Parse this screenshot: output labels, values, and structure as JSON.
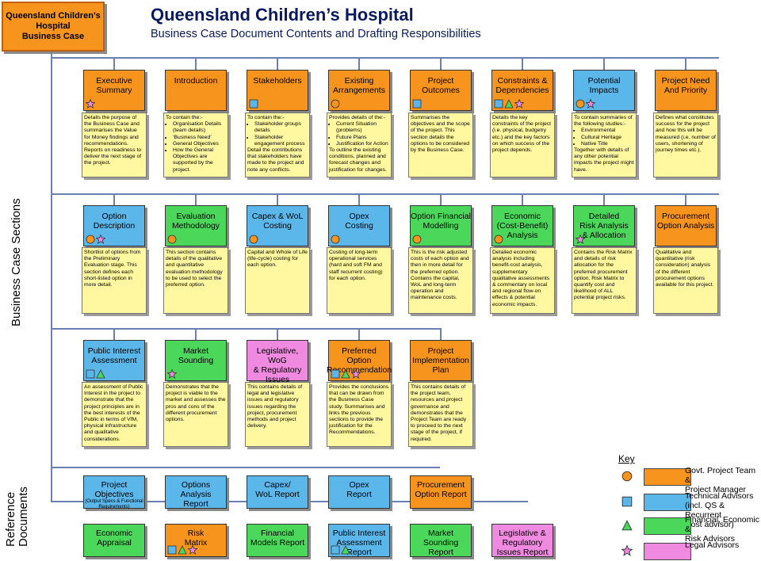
{
  "header": {
    "logo_lines": [
      "Queensland Children’s",
      "Hospital",
      "Business Case"
    ],
    "title": "Queensland Children’s Hospital",
    "subtitle": "Business Case Document Contents and Drafting Responsibilities"
  },
  "side_labels": {
    "business_case": "Business Case Sections",
    "reference": [
      "Reference",
      "Documents"
    ]
  },
  "colors": {
    "orange": "#f7941d",
    "blue": "#5bb6ea",
    "green": "#4bd85a",
    "pink": "#f08ae0",
    "detail": "#fff8a0"
  },
  "rows": [
    {
      "items": [
        {
          "title": [
            "Executive",
            "Summary"
          ],
          "color": "orange",
          "icons": [
            "star"
          ],
          "detail": {
            "text": [
              "Details the purpose of the Business Case and summarises the Value for Money findings and recommendations. Reports on readiness to deliver the next stage of the project."
            ]
          }
        },
        {
          "title": [
            "Introduction"
          ],
          "color": "orange",
          "icons": [],
          "detail": {
            "text": [
              "To contain the:-"
            ],
            "bullets": [
              "Organisation Details (team details)",
              "‘Business Need’",
              "General Objectives",
              "How the General Objectives are supported by the project."
            ]
          }
        },
        {
          "title": [
            "Stakeholders"
          ],
          "color": "orange",
          "icons": [
            "square"
          ],
          "detail": {
            "text": [
              "To contain the:-"
            ],
            "bullets": [
              "Stakeholder groups details",
              "Stakeholder engagement process"
            ],
            "after": [
              "Detail the contributions that stakeholders have made to the project and note any conflicts."
            ]
          }
        },
        {
          "title": [
            "Existing",
            "Arrangements"
          ],
          "color": "orange",
          "icons": [
            "circle"
          ],
          "detail": {
            "text": [
              "Provides details of the:-"
            ],
            "bullets": [
              "Current Situation (problems)",
              "Future Plans",
              "Justification for Action"
            ],
            "after": [
              "To outline the existing conditions, planned and forecast changes and justification for changes."
            ]
          }
        },
        {
          "title": [
            "Project",
            "Outcomes"
          ],
          "color": "orange",
          "icons": [
            "square"
          ],
          "detail": {
            "text": [
              "Summarises the objectives and the scope of the project. This section details the options to be considered by the Business Case."
            ]
          }
        },
        {
          "title": [
            "Constraints &",
            "Dependencies"
          ],
          "color": "orange",
          "icons": [
            "square",
            "triangle",
            "star"
          ],
          "detail": {
            "text": [
              "Details the key constraints of the project (i.e. physical, budgetry etc.) and the key factors on which success of the project depends."
            ]
          }
        },
        {
          "title": [
            "Potential",
            "Impacts"
          ],
          "color": "blue",
          "icons": [
            "circle",
            "star"
          ],
          "detail": {
            "text": [
              "To contain summaries of the following studies:-"
            ],
            "bullets": [
              "Environmental",
              "Cultural Heritage",
              "Native Title"
            ],
            "after": [
              "Together with details of any other potential impacts the project might have."
            ]
          }
        },
        {
          "title": [
            "Project Need",
            "And Priority"
          ],
          "color": "orange",
          "icons": [],
          "detail": {
            "text": [
              "Defines what constitutes success for the project and how this will be measured (i.e. number of users, shortening of journey times etc.)."
            ]
          }
        }
      ]
    },
    {
      "items": [
        {
          "title": [
            "Option",
            "Description"
          ],
          "color": "blue",
          "icons": [
            "circle",
            "star"
          ],
          "detail": {
            "text": [
              "Shortlist of options from the Preliminary Evaluation stage. This section defines each short-listed option in more detail."
            ]
          }
        },
        {
          "title": [
            "Evaluation",
            "Methodology"
          ],
          "color": "green",
          "icons": [
            "circle"
          ],
          "detail": {
            "text": [
              "This section contains details of the qualitative and quantitative evaluation methodology to be used to select the preferred option."
            ]
          }
        },
        {
          "title": [
            "Capex & WoL",
            "Costing"
          ],
          "color": "blue",
          "icons": [
            "circle"
          ],
          "detail": {
            "text": [
              "Capital and Whole of Life (life-cycle) costing for each option."
            ]
          }
        },
        {
          "title": [
            "Opex",
            "Costing"
          ],
          "color": "blue",
          "icons": [
            "circle"
          ],
          "detail": {
            "text": [
              "Costing of long-term operational services (hard and soft FM and staff recurrent costing) for each option."
            ]
          }
        },
        {
          "title": [
            "Option Financial",
            "Modelling"
          ],
          "color": "green",
          "icons": [
            "circle"
          ],
          "detail": {
            "text": [
              "This is the risk adjusted costs of each option and then in more detail for the preferred option. Contains the capital, WoL and long-term operation and maintenance costs."
            ]
          }
        },
        {
          "title": [
            "Economic",
            "(Cost-Benefit)",
            "Analysis"
          ],
          "color": "green",
          "icons": [
            "circle"
          ],
          "detail": {
            "text": [
              "Detailed economic analysis including benefit-cost analysis, supplementary qualitative assessments & commentary on local and regional flow-on effects & potential economic impacts."
            ]
          }
        },
        {
          "title": [
            "Detailed",
            "Risk Analysis",
            "& Allocation"
          ],
          "color": "green",
          "icons": [
            "star"
          ],
          "detail": {
            "text": [
              "Contains the Risk Matrix and details of risk allocation for the preferred procurement option. Risk Matrix to quantify cost and likelihood of ALL potential project risks."
            ]
          }
        },
        {
          "title": [
            "Procurement",
            "Option Analysis"
          ],
          "color": "orange",
          "icons": [],
          "detail": {
            "text": [
              "Qualitative and quantitative (risk consideration) analysis of the different procurement options available for this project."
            ]
          }
        }
      ]
    },
    {
      "items": [
        {
          "title": [
            "Public Interest",
            "Assessment"
          ],
          "color": "blue",
          "icons": [
            "square",
            "triangle"
          ],
          "detail": {
            "text": [
              "An assessment of Public Interest in the project to demonstrate that the project principles are in the best interests of the Public in terms of VfM, physical infrastructure and qualitative considerations."
            ]
          }
        },
        {
          "title": [
            "Market",
            "Sounding"
          ],
          "color": "green",
          "icons": [
            "star"
          ],
          "detail": {
            "text": [
              "Demonstrates that the project is viable to the market and assesses the pros and cons of the different procurement options."
            ]
          }
        },
        {
          "title": [
            "Legislative, WoG",
            "& Regulatory",
            "Issues"
          ],
          "color": "pink",
          "icons": [],
          "detail": {
            "text": [
              "This contains details of legal and legislative issues and regulatory issues regarding the project, procurement methods and project delivery."
            ]
          }
        },
        {
          "title": [
            "Preferred Option",
            "Recommendation"
          ],
          "color": "orange",
          "icons": [
            "square",
            "triangle",
            "star"
          ],
          "detail": {
            "text": [
              "Provides the conclusions that can be drawn from the Business Case study. Summarises and links the previous sections to provide the justification for the Recommendations."
            ]
          }
        },
        {
          "title": [
            "Project",
            "Implementation",
            "Plan"
          ],
          "color": "orange",
          "icons": [],
          "detail": {
            "text": [
              "This contains details of the project team, resources and project governance and demonstrates that the Project Team are ready to proceed to the next stage of the project, if required."
            ]
          }
        }
      ]
    }
  ],
  "reference_rows": [
    [
      {
        "title": [
          "Project Objectives"
        ],
        "small": [
          "(Output Specs & Functional",
          "Requirements)"
        ],
        "color": "blue",
        "icons": []
      },
      {
        "title": [
          "Options Analysis",
          "Report"
        ],
        "color": "blue",
        "icons": []
      },
      {
        "title": [
          "Capex/",
          "WoL Report"
        ],
        "color": "blue",
        "icons": []
      },
      {
        "title": [
          "Opex",
          "Report"
        ],
        "color": "blue",
        "icons": []
      },
      {
        "title": [
          "Procurement",
          "Option Report"
        ],
        "color": "orange",
        "icons": []
      }
    ],
    [
      {
        "title": [
          "Economic",
          "Appraisal"
        ],
        "color": "green",
        "icons": []
      },
      {
        "title": [
          "Risk",
          "Matrix"
        ],
        "color": "orange",
        "icons": [
          "square",
          "triangle",
          "star"
        ]
      },
      {
        "title": [
          "Financial",
          "Models Report"
        ],
        "color": "green",
        "icons": []
      },
      {
        "title": [
          "Public Interest",
          "Assessment",
          "Report"
        ],
        "color": "blue",
        "icons": [
          "square",
          "triangle"
        ]
      },
      {
        "title": [
          "Market Sounding",
          "Report"
        ],
        "color": "green",
        "icons": []
      },
      {
        "title": [
          "Legislative &",
          "Regulatory",
          "Issues Report"
        ],
        "color": "pink",
        "icons": []
      }
    ]
  ],
  "key": {
    "title": "Key",
    "items": [
      {
        "icon": "circle",
        "color": "orange",
        "label": [
          "Govt. Project Team &",
          "Project Manager"
        ]
      },
      {
        "icon": "square",
        "color": "blue",
        "label": [
          "Technical Advisors",
          "(incl. QS & Recurrent",
          "Cost advisor)"
        ]
      },
      {
        "icon": "triangle",
        "color": "green",
        "label": [
          "Financial, Economic &",
          "Risk Advisors"
        ]
      },
      {
        "icon": "star",
        "color": "pink",
        "label": [
          "Legal Advisors"
        ]
      }
    ]
  }
}
